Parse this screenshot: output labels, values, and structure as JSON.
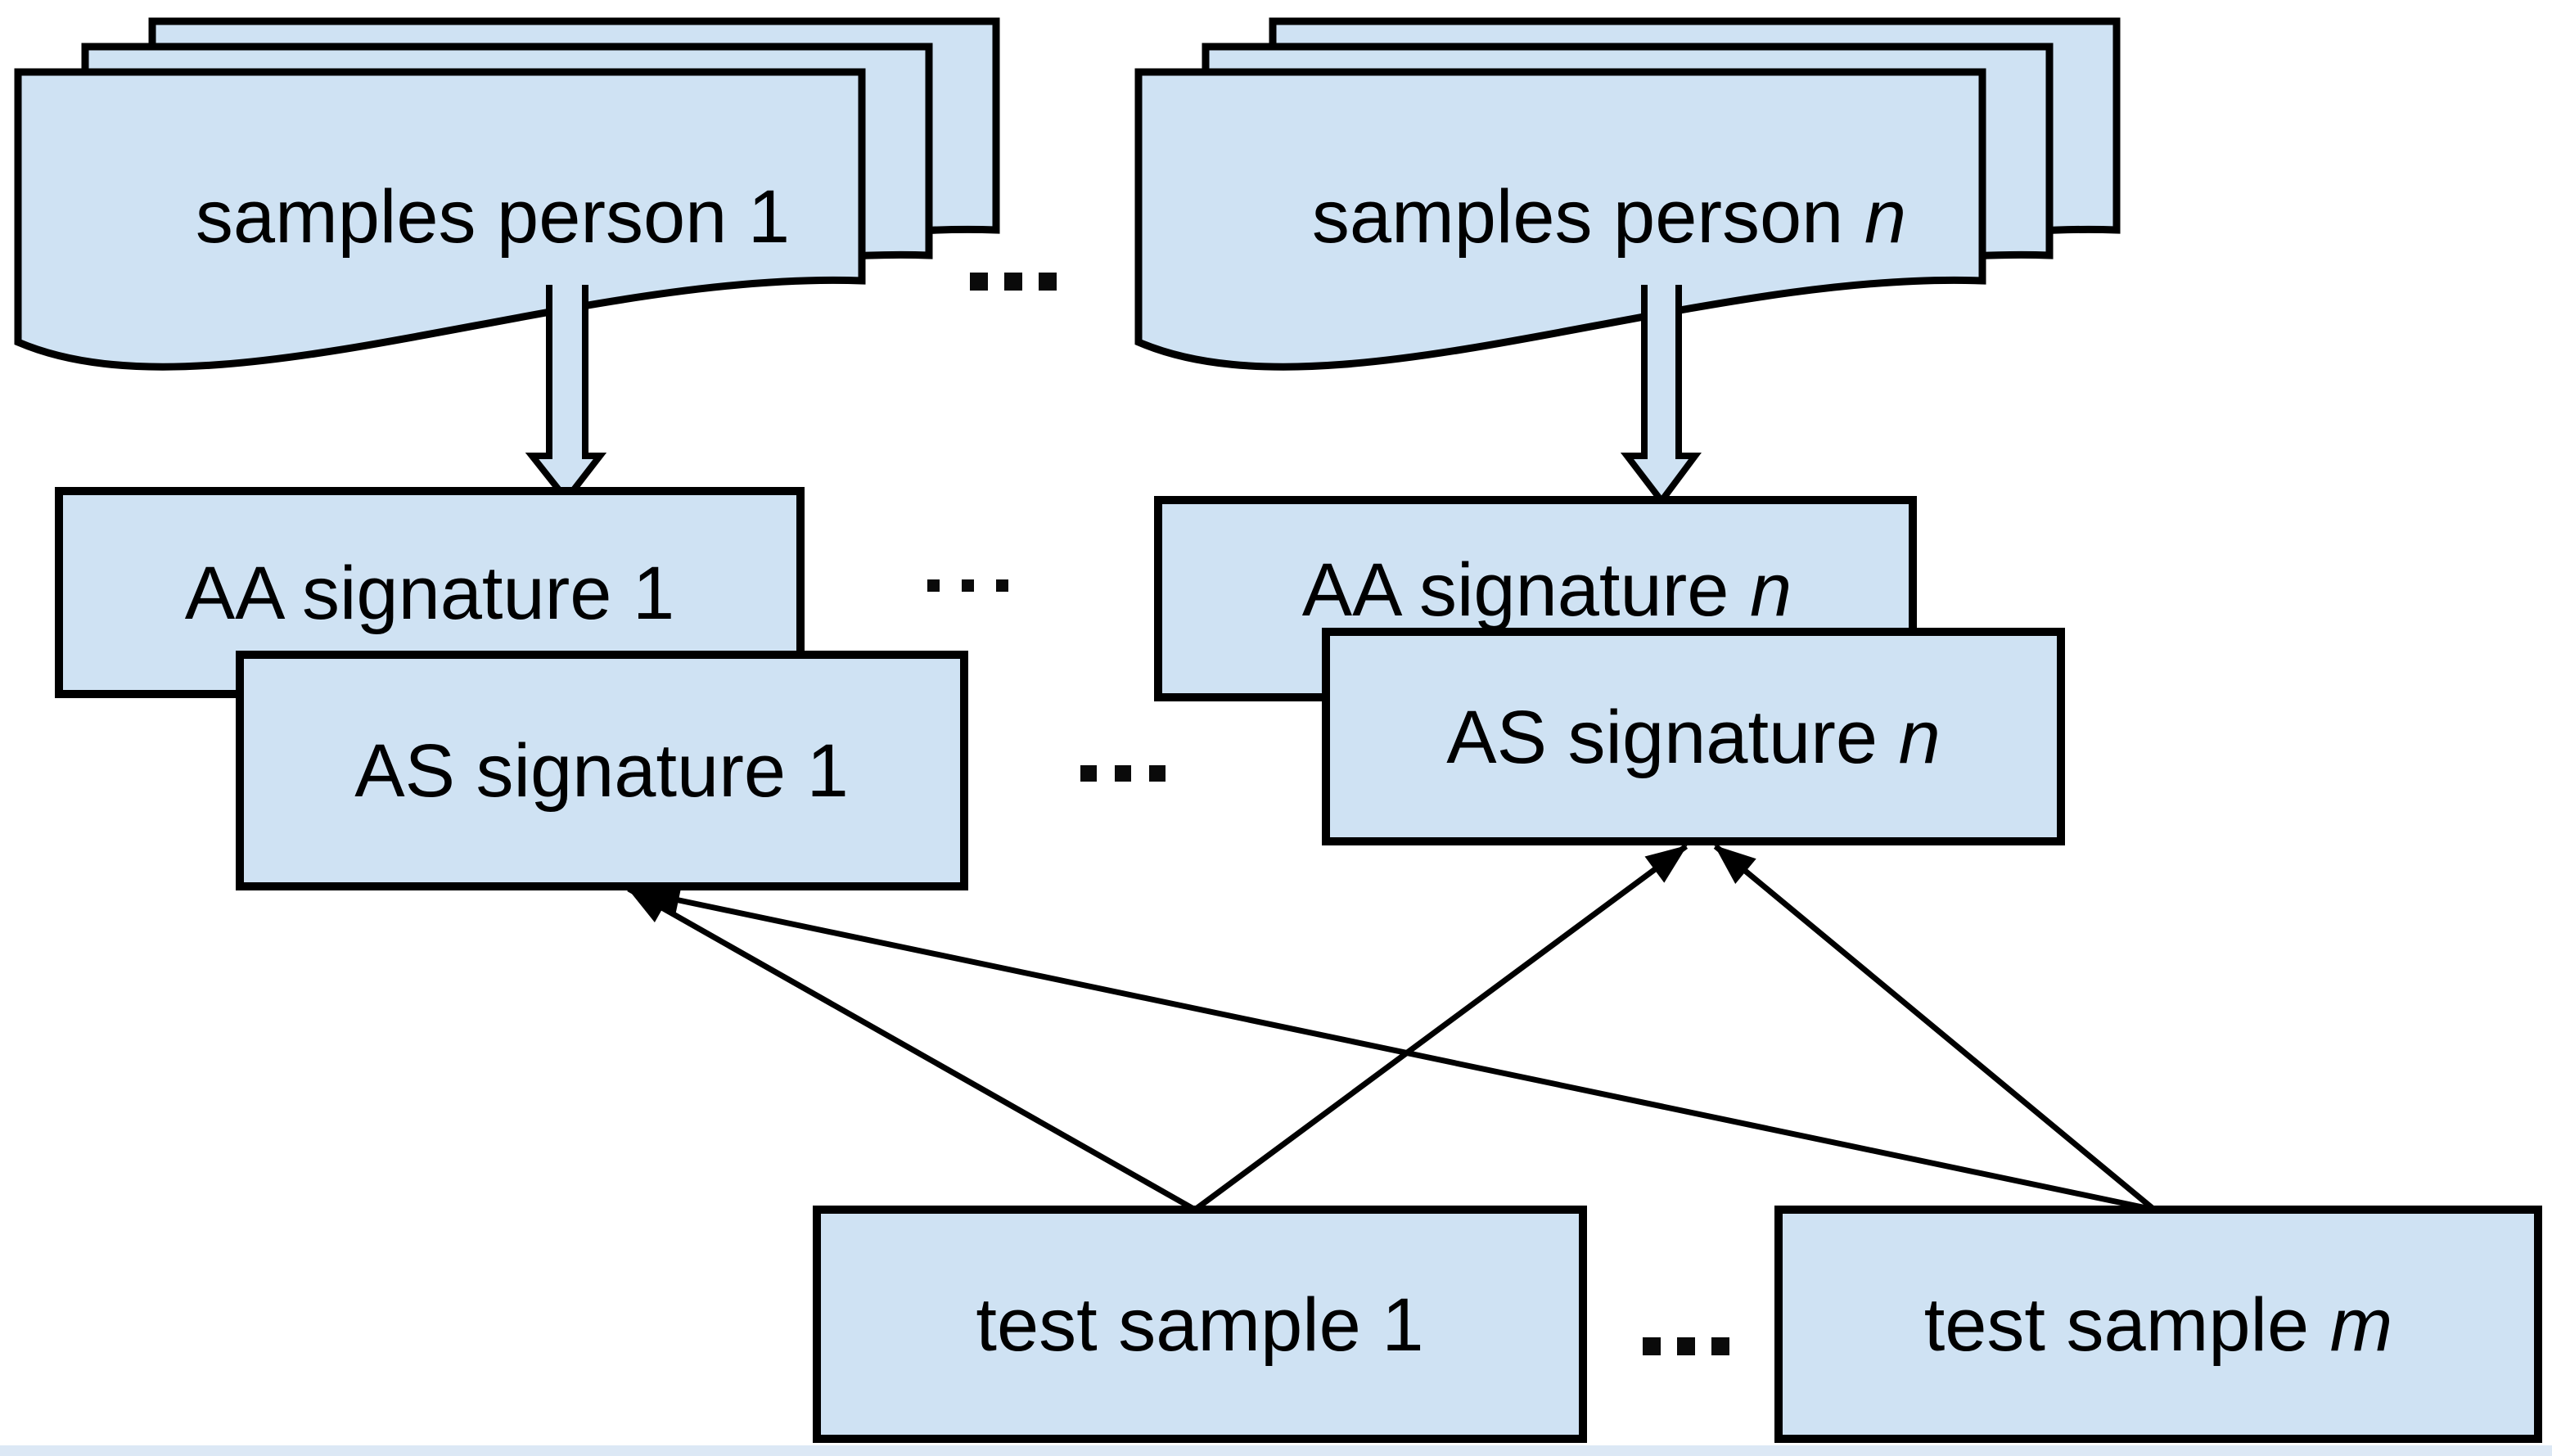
{
  "diagram": {
    "type": "flow-diagram",
    "colors": {
      "shape_fill": "#cfe2f3",
      "shape_border": "#000000",
      "line_color": "#000000",
      "text_color": "#000000",
      "background": "#ffffff",
      "bottom_strip": "#dce8f5"
    },
    "nodes": {
      "samples_person_1": {
        "label": "samples person ",
        "var": "1",
        "var_style": "normal",
        "shape": "document-stack"
      },
      "samples_person_n": {
        "label": "samples person ",
        "var": "n",
        "var_style": "italic",
        "shape": "document-stack"
      },
      "aa_signature_1": {
        "label": "AA signature ",
        "var": "1",
        "var_style": "normal",
        "shape": "rect"
      },
      "as_signature_1": {
        "label": "AS signature ",
        "var": "1",
        "var_style": "normal",
        "shape": "rect"
      },
      "aa_signature_n": {
        "label": "AA signature ",
        "var": "n",
        "var_style": "italic",
        "shape": "rect"
      },
      "as_signature_n": {
        "label": "AS signature ",
        "var": "n",
        "var_style": "italic",
        "shape": "rect"
      },
      "test_sample_1": {
        "label": "test sample ",
        "var": "1",
        "var_style": "normal",
        "shape": "rect"
      },
      "test_sample_m": {
        "label": "test sample ",
        "var": "m",
        "var_style": "italic",
        "shape": "rect"
      }
    },
    "ellipsis": {
      "between_document_stacks": "...",
      "between_aa_signatures": "...",
      "between_as_signatures": "...",
      "between_test_samples": "..."
    },
    "edges": [
      {
        "from": "samples_person_1",
        "to": "aa_signature_1",
        "type": "block-arrow-down"
      },
      {
        "from": "samples_person_n",
        "to": "aa_signature_n",
        "type": "block-arrow-down"
      },
      {
        "from": "test_sample_1",
        "to": "as_signature_1",
        "type": "thin-arrow"
      },
      {
        "from": "test_sample_1",
        "to": "as_signature_n",
        "type": "thin-arrow"
      },
      {
        "from": "test_sample_m",
        "to": "as_signature_n",
        "type": "thin-arrow"
      },
      {
        "from": "test_sample_m",
        "to": "as_signature_1",
        "type": "thin-arrow"
      }
    ]
  }
}
